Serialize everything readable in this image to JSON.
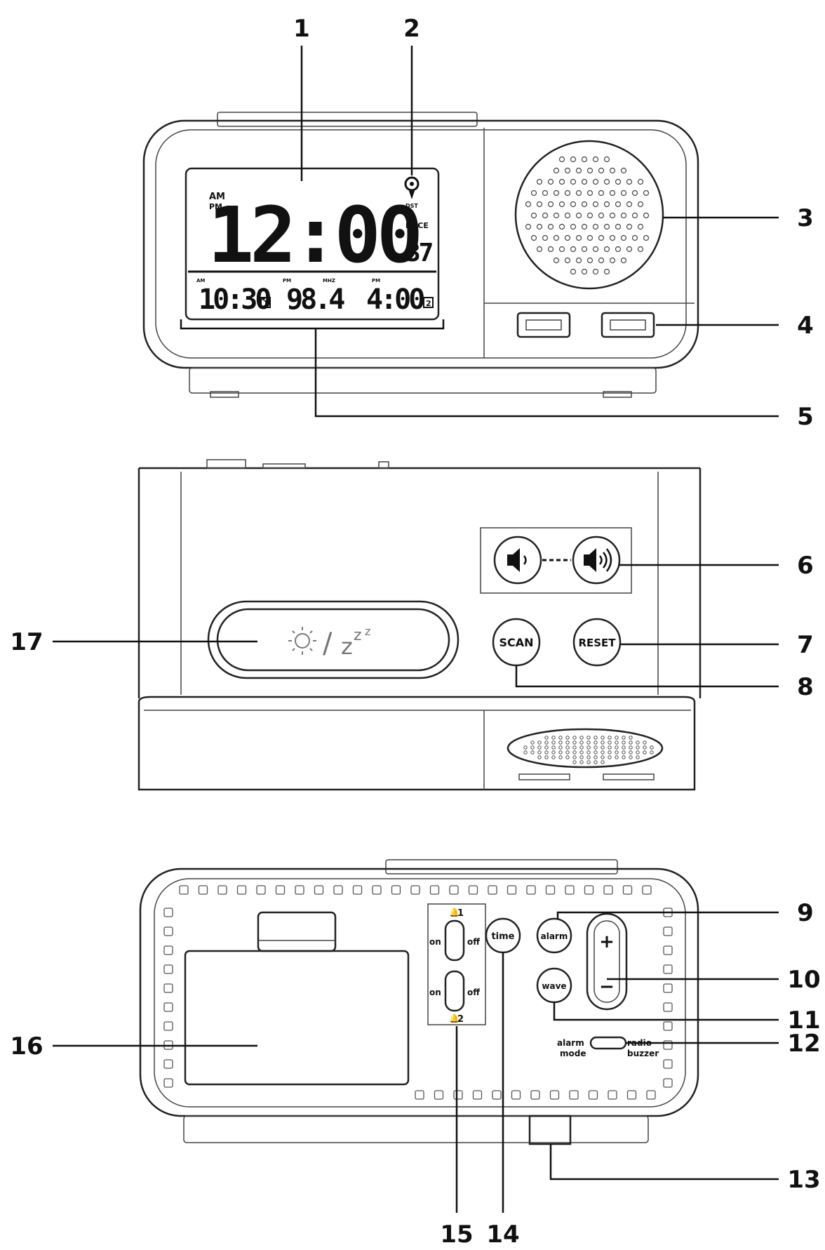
{
  "callouts": [
    "1",
    "2",
    "3",
    "4",
    "5",
    "6",
    "7",
    "8",
    "9",
    "10",
    "11",
    "12",
    "13",
    "14",
    "15",
    "16",
    "17"
  ],
  "front": {
    "ampm_top": "AM",
    "ampm_bottom": "PM",
    "main_time": "12:00",
    "dst": "DST",
    "pnce": "PNCE",
    "seconds": "37",
    "sub_ampm_1": "AM",
    "alarm1_time": "10:30",
    "alarm1_badge": "1",
    "sub_pm": "PM",
    "mhz": "MHZ",
    "radio_freq": "98.4",
    "sub_pm_2": "PM",
    "alarm2_time": "4:00",
    "alarm2_badge": "2"
  },
  "top": {
    "snooze_label": "☼ / zᶻ",
    "scan": "SCAN",
    "reset": "RESET"
  },
  "back": {
    "sw1_label": "1",
    "sw2_label": "2",
    "on1": "on",
    "off1": "off",
    "on2": "on",
    "off2": "off",
    "time": "time",
    "alarm": "alarm",
    "wave": "wave",
    "plus": "+",
    "minus": "−",
    "alarm_mode_1": "alarm",
    "alarm_mode_2": "mode",
    "radio": "radio",
    "buzzer": "buzzer"
  }
}
